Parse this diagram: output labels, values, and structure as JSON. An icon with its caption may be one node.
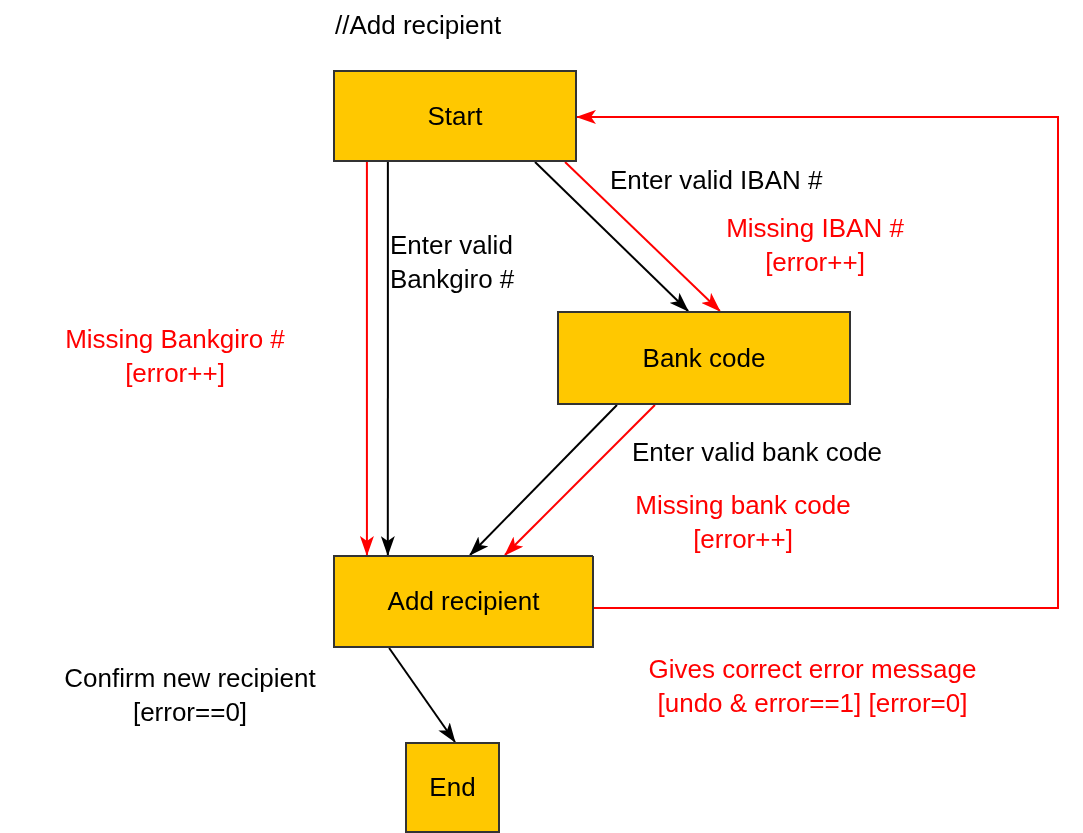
{
  "diagram": {
    "title": "//Add recipient",
    "nodes": [
      {
        "text": [
          "Start"
        ]
      },
      {
        "text": [
          "Bank code"
        ]
      },
      {
        "text": [
          "Add recipient"
        ]
      },
      {
        "text": [
          "End"
        ]
      }
    ],
    "edges": [
      {
        "from": 0,
        "to": 2,
        "arrow": "to",
        "label": "Missing Bankgiro # [error++]",
        "color": "#ff0000"
      },
      {
        "from": 0,
        "to": 2,
        "arrow": "to",
        "label": "Enter valid Bankgiro #",
        "color": "#000000"
      },
      {
        "from": 0,
        "to": 1,
        "arrow": "to",
        "label": "Enter valid IBAN #",
        "color": "#000000"
      },
      {
        "from": 0,
        "to": 1,
        "arrow": "to",
        "label": "Missing IBAN # [error++]",
        "color": "#ff0000"
      },
      {
        "from": 1,
        "to": 2,
        "arrow": "to",
        "label": "Enter valid bank code",
        "color": "#000000"
      },
      {
        "from": 1,
        "to": 2,
        "arrow": "to",
        "label": "Missing bank code [error++]",
        "color": "#ff0000"
      },
      {
        "from": 2,
        "to": 0,
        "arrow": "to",
        "label": "Gives correct error message [undo & error==1] [error=0]",
        "color": "#ff0000"
      },
      {
        "from": 2,
        "to": 3,
        "arrow": "to",
        "label": "Confirm new recipient [error==0]",
        "color": "#000000"
      }
    ]
  }
}
